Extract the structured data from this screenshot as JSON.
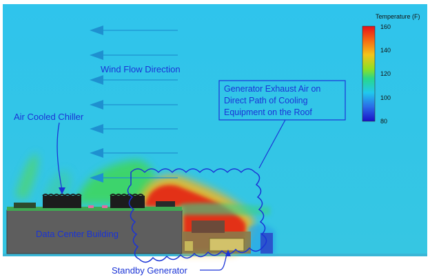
{
  "labels": {
    "wind": "Wind Flow Direction",
    "chiller": "Air Cooled Chiller",
    "callout": [
      "Generator Exhaust Air on",
      "Direct Path of Cooling",
      "Equipment on the Roof"
    ],
    "building": "Data Center Building",
    "generator": "Standby Generator"
  },
  "scale": {
    "title": "Temperature (F)",
    "ticks": [
      "160",
      "140",
      "120",
      "100",
      "80"
    ]
  },
  "colors": {
    "background": "#2ec3ea",
    "building": "#5e5e5e",
    "label": "#1a33d6",
    "arrow": "#1e90d0",
    "hot": "#e0201a",
    "warm": "#f0a010",
    "cool": "#30d060"
  }
}
